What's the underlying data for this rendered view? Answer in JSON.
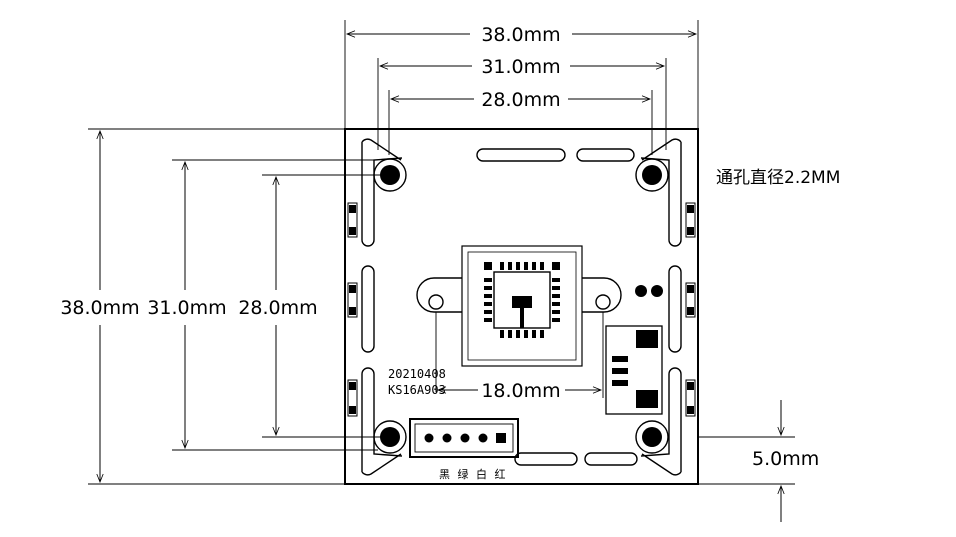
{
  "dimensions": {
    "top_outer": "38.0mm",
    "top_middle": "31.0mm",
    "top_inner": "28.0mm",
    "left_outer": "38.0mm",
    "left_middle": "31.0mm",
    "left_inner": "28.0mm",
    "hole_spacing_inner": "18.0mm",
    "bottom_offset": "5.0mm"
  },
  "notes": {
    "hole_diameter": "通孔直径2.2MM"
  },
  "board": {
    "date_code": "20210408",
    "model": "KS16A903",
    "connector_label": "黑 绿 白 红"
  }
}
